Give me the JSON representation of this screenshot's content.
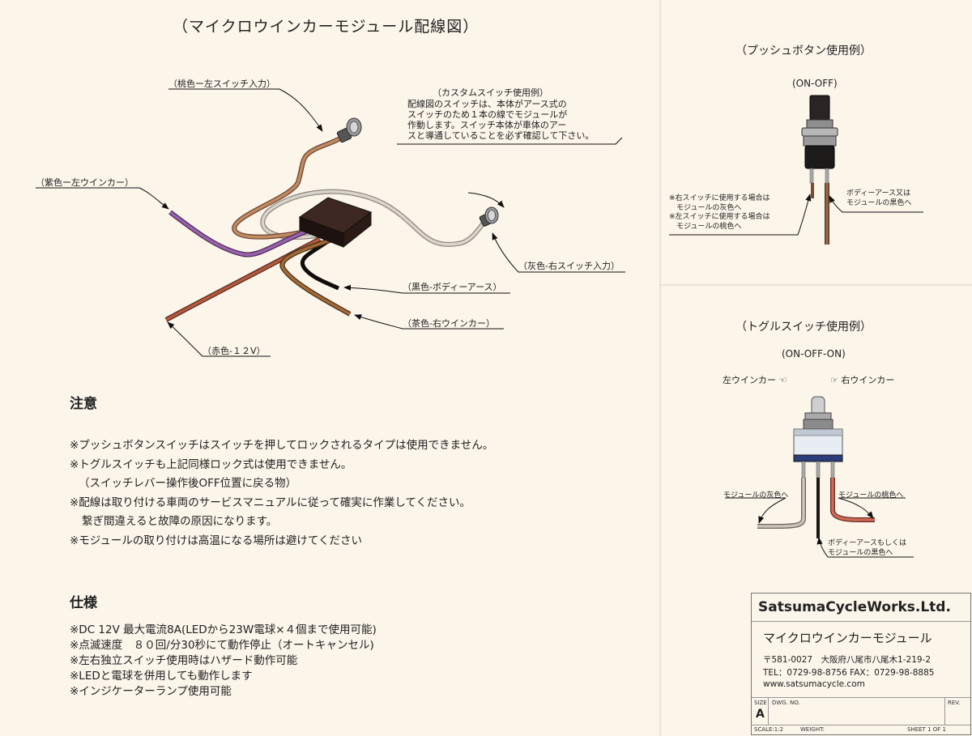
{
  "main": {
    "title": "（マイクロウインカーモジュール配線図）",
    "wire_labels": {
      "peach": "（桃色ー左スイッチ入力）",
      "purple": "（紫色ー左ウインカー）",
      "gray": "（灰色-右スイッチ入力）",
      "black": "（黒色-ボディーアース）",
      "brown": "（茶色-右ウインカー）",
      "red": "（赤色-１２V）"
    },
    "custom_note": {
      "title": "（カスタムスイッチ使用例）",
      "lines": [
        "配線図のスイッチは、本体がアース式の",
        "スイッチのため１本の線でモジュールが",
        "作動します。スイッチ本体が車体のアー",
        "スと導通していることを必ず確認して下さい。"
      ]
    }
  },
  "push_example": {
    "title": "（プッシュボタン使用例）",
    "mode": "(ON-OFF)",
    "left_note": "※右スイッチに使用する場合は\n　モジュールの灰色へ\n※左スイッチに使用する場合は\n　モジュールの桃色へ",
    "right_note": "ボディーアース又は\nモジュールの黒色へ"
  },
  "toggle_example": {
    "title": "（トグルスイッチ使用例）",
    "mode": "(ON-OFF-ON)",
    "left_blinker": "左ウインカー ☜",
    "right_blinker": "☞ 右ウインカー",
    "gray_label": "モジュールの灰色へ",
    "peach_label": "モジュールの桃色へ",
    "ground_label": "ボディーアースもしくは\nモジュールの黒色へ"
  },
  "cautions": {
    "heading": "注意",
    "lines": [
      "※プッシュボタンスイッチはスイッチを押してロックされるタイプは使用できません。",
      "※トグルスイッチも上記同様ロック式は使用できません。",
      "（スイッチレバー操作後OFF位置に戻る物）",
      "※配線は取り付ける車両のサービスマニュアルに従って確実に作業してください。",
      "繋ぎ間違えると故障の原因になります。",
      "※モジュールの取り付けは高温になる場所は避けてください"
    ]
  },
  "specs": {
    "heading": "仕様",
    "lines": [
      "※DC 12V 最大電流8A(LEDから23W電球×４個まで使用可能)",
      "※点滅速度　８０回/分30秒にて動作停止（オートキャンセル)",
      "※左右独立スイッチ使用時はハザード動作可能",
      "※LEDと電球を併用しても動作します",
      "※インジケーターランプ使用可能"
    ]
  },
  "title_block": {
    "company": "SatsumaCycleWorks.Ltd.",
    "product": "マイクロウインカーモジュール",
    "address": "〒581-0027　大阪府八尾市八尾木1-219-2",
    "phone": "TEL：0729-98-8756  FAX：0729-98-8885",
    "web": "www.satsumacycle.com",
    "size_label": "SIZE",
    "size_value": "A",
    "dwg_label": "DWG.  NO.",
    "rev_label": "REV.",
    "scale": "SCALE:1:2",
    "weight": "WEIGHT:",
    "sheet": "SHEET 1 OF 1"
  },
  "colors": {
    "background": "#fbf5ea",
    "wire_purple": "#8a4f9e",
    "wire_peach": "#b07a52",
    "wire_gray": "#c8c3bb",
    "wire_black": "#1a1414",
    "wire_brown": "#8a5a2e",
    "wire_red": "#9a4a32"
  }
}
